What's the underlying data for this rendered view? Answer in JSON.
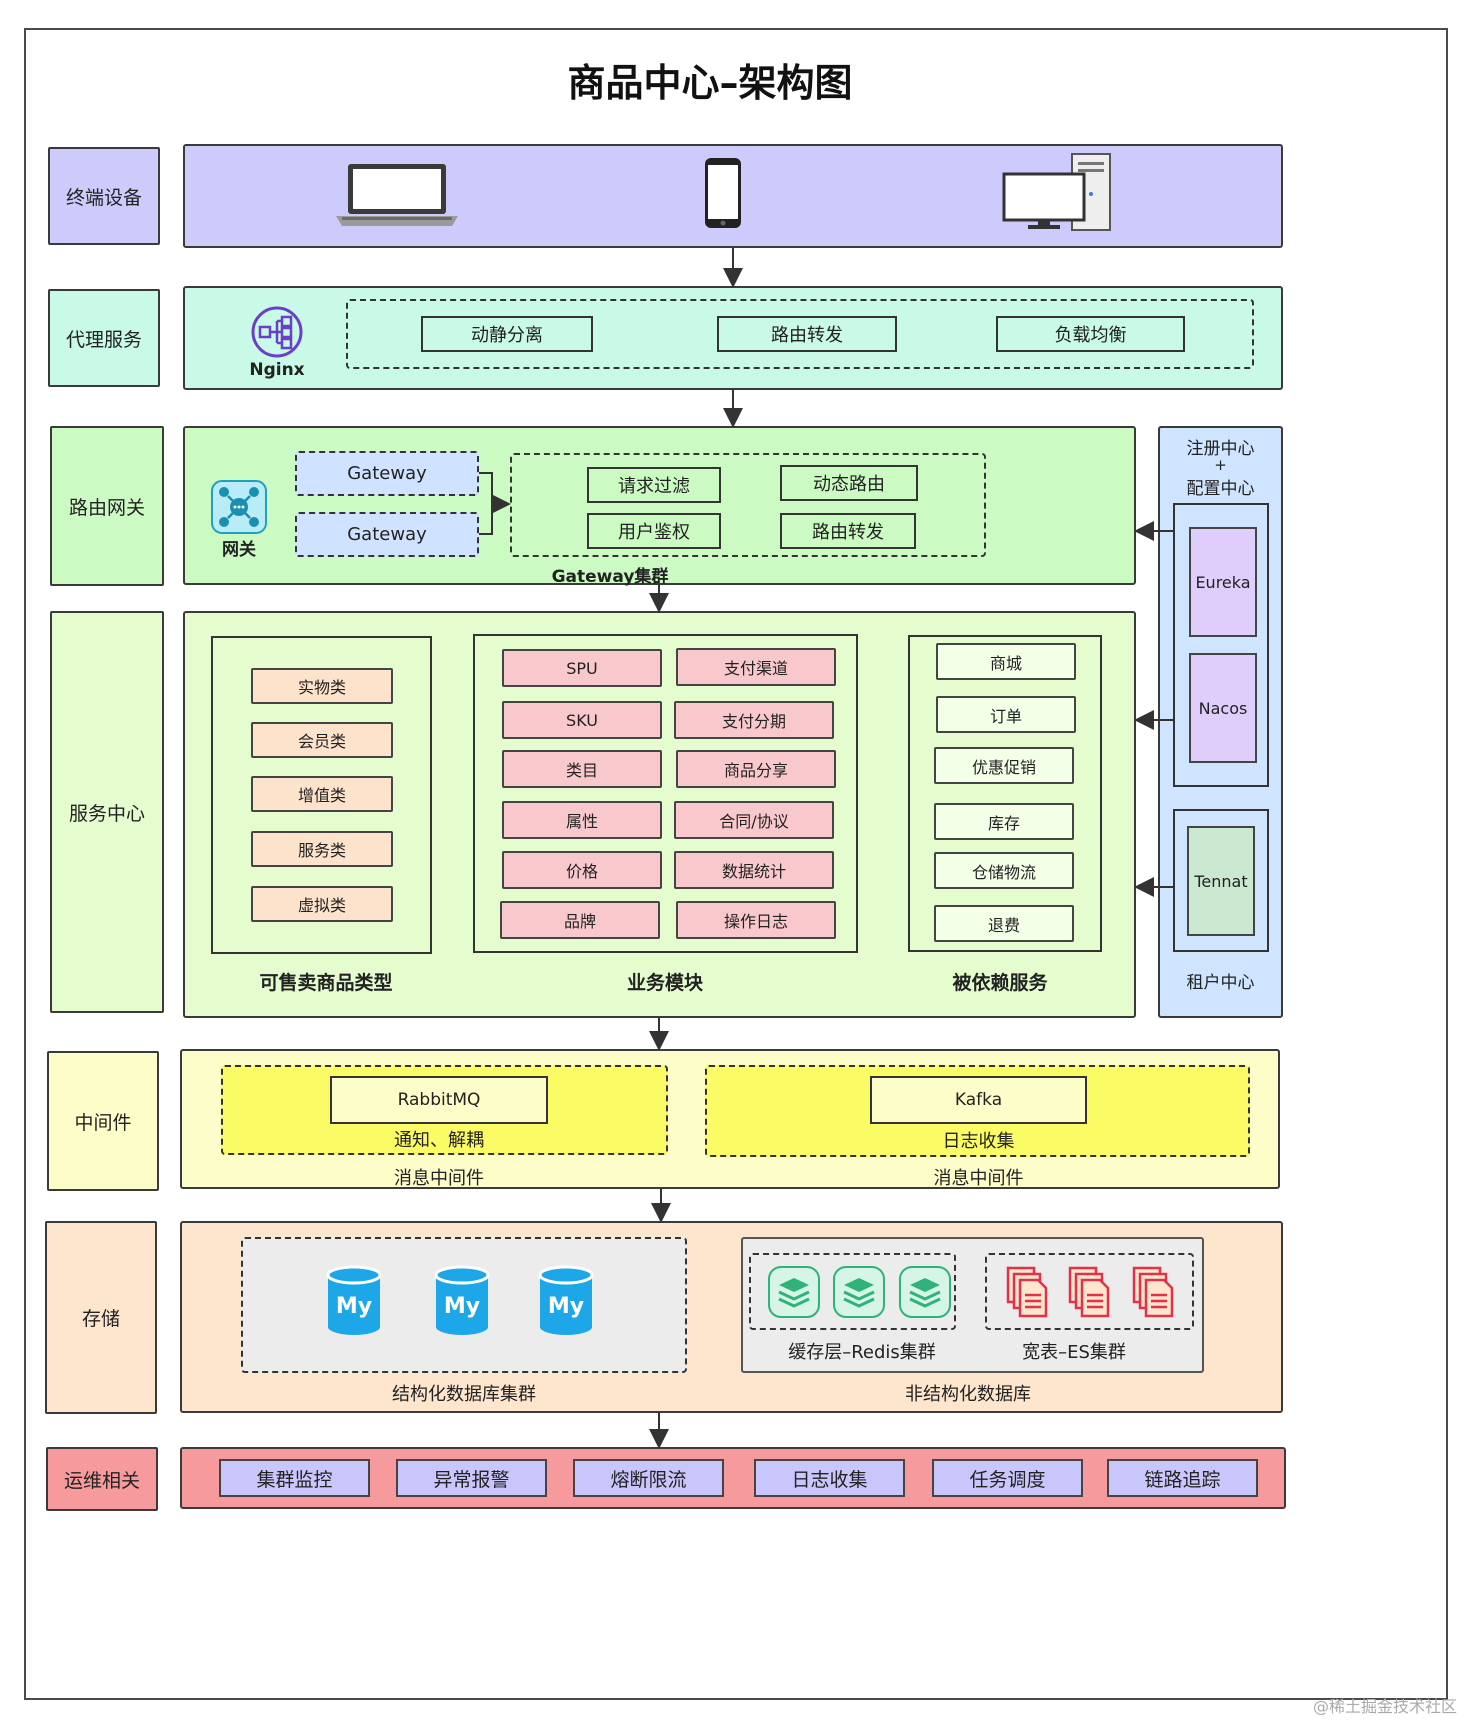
{
  "title": "商品中心–架构图",
  "layers": {
    "terminal": "终端设备",
    "proxy": "代理服务",
    "gateway": "路由网关",
    "service": "服务中心",
    "middleware": "中间件",
    "storage": "存储",
    "ops": "运维相关"
  },
  "proxy": {
    "nginx_label": "Nginx",
    "items": [
      "动静分离",
      "路由转发",
      "负载均衡"
    ]
  },
  "gateway": {
    "icon_label": "网关",
    "nodes": [
      "Gateway",
      "Gateway"
    ],
    "functions": [
      "请求过滤",
      "动态路由",
      "用户鉴权",
      "路由转发"
    ],
    "cluster_label": "Gateway集群"
  },
  "service": {
    "sellable_types": {
      "caption": "可售卖商品类型",
      "items": [
        "实物类",
        "会员类",
        "增值类",
        "服务类",
        "虚拟类"
      ]
    },
    "business": {
      "caption": "业务模块",
      "left": [
        "SPU",
        "SKU",
        "类目",
        "属性",
        "价格",
        "品牌"
      ],
      "right": [
        "支付渠道",
        "支付分期",
        "商品分享",
        "合同/协议",
        "数据统计",
        "操作日志"
      ]
    },
    "dependent": {
      "caption": "被依赖服务",
      "items": [
        "商城",
        "订单",
        "优惠促销",
        "库存",
        "仓储物流",
        "退费"
      ]
    }
  },
  "registry": {
    "title_line1": "注册中心",
    "title_plus": "+",
    "title_line2": "配置中心",
    "items": [
      "Eureka",
      "Nacos"
    ],
    "tenant_item": "Tennat",
    "tenant_label": "租户中心"
  },
  "middleware": {
    "rabbit": {
      "name": "RabbitMQ",
      "desc": "通知、解耦",
      "caption": "消息中间件"
    },
    "kafka": {
      "name": "Kafka",
      "desc": "日志收集",
      "caption": "消息中间件"
    }
  },
  "storage": {
    "mysql_icon_text": "My",
    "structured_caption": "结构化数据库集群",
    "redis_caption": "缓存层–Redis集群",
    "es_caption": "宽表–ES集群",
    "unstructured_caption": "非结构化数据库"
  },
  "ops": {
    "items": [
      "集群监控",
      "异常报警",
      "熔断限流",
      "日志收集",
      "任务调度",
      "链路追踪"
    ]
  },
  "watermark": "@稀土掘金技术社区",
  "colors": {
    "terminal": "#cccbfb",
    "proxy": "#c9f9e7",
    "gateway": "#cbfbc3",
    "service": "#e5fcce",
    "middleware": "#fdfdc9",
    "kafka_area": "#fbfb66",
    "storage": "#fde5ce",
    "ops": "#f69a9e",
    "registry": "#cfe4ff",
    "eureka": "#dfcdfc",
    "tenant": "#cbe8d0"
  }
}
